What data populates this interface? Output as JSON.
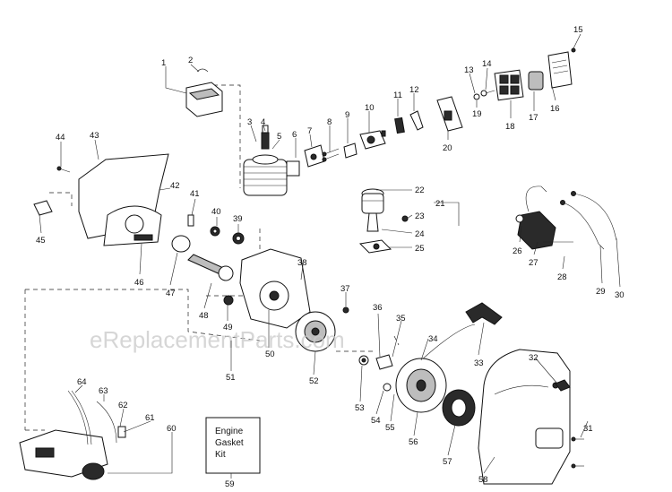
{
  "watermark": "eReplacementParts.com",
  "gasket_kit": {
    "line1": "Engine",
    "line2": "Gasket",
    "line3": "Kit"
  },
  "callouts": {
    "n1": "1",
    "n2": "2",
    "n3": "3",
    "n4": "4",
    "n5": "5",
    "n6": "6",
    "n7": "7",
    "n8": "8",
    "n9": "9",
    "n10": "10",
    "n11": "11",
    "n12": "12",
    "n13": "13",
    "n14": "14",
    "n15": "15",
    "n16": "16",
    "n17": "17",
    "n18": "18",
    "n19": "19",
    "n20": "20",
    "n21": "21",
    "n22": "22",
    "n23": "23",
    "n24": "24",
    "n25": "25",
    "n26": "26",
    "n27": "27",
    "n28": "28",
    "n29": "29",
    "n30": "30",
    "n31": "31",
    "n32": "32",
    "n33": "33",
    "n34": "34",
    "n35": "35",
    "n36": "36",
    "n37": "37",
    "n38": "38",
    "n39": "39",
    "n40": "40",
    "n41": "41",
    "n42": "42",
    "n43": "43",
    "n44": "44",
    "n45": "45",
    "n46": "46",
    "n47": "47",
    "n48": "48",
    "n49": "49",
    "n50": "50",
    "n51": "51",
    "n52": "52",
    "n53": "53",
    "n54": "54",
    "n55": "55",
    "n56": "56",
    "n57": "57",
    "n58": "58",
    "n59": "59",
    "n60": "60",
    "n61": "61",
    "n62": "62",
    "n63": "63",
    "n64": "64"
  }
}
